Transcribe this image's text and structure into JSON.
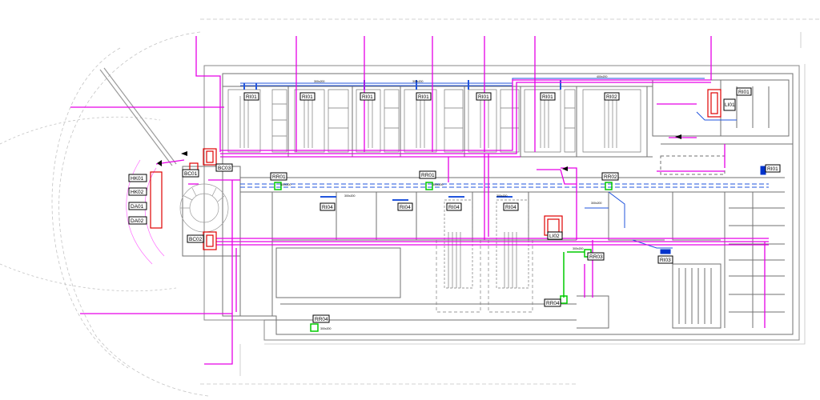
{
  "colors": {
    "supply_pipe": "#e600e6",
    "duct": "#2255dd",
    "unit_red": "#e00000",
    "unit_green": "#00cc00",
    "unit_blue": "#0033cc",
    "walls": "#6b6b6b",
    "context": "#b8b8b8"
  },
  "tags": {
    "ri01_a": "RI01",
    "ri01_b": "RI01",
    "ri01_c": "RI01",
    "ri01_d": "RI01",
    "ri01_e": "RI01",
    "ri01_f": "RI01",
    "ri02": "RI02",
    "li01": "LI01",
    "ri01_top_right": "RI01",
    "ri01_east": "RI01",
    "rr01_west": "RR01",
    "rr01_mid": "RR01",
    "rr02": "RR02",
    "ri04_a": "RI04",
    "ri04_b": "RI04",
    "ri04_c": "RI04",
    "ri04_d": "RI04",
    "li02": "LI02",
    "rr03": "RR03",
    "ri03": "RI03",
    "rr04_south": "RR04",
    "rr04_east": "RR04",
    "bc01": "BC01",
    "bc03": "BC03",
    "bc02": "BC02",
    "hk01": "HK01",
    "hk02": "HK02",
    "da01": "DA01",
    "da02": "DA02"
  },
  "duct_sizes": {
    "d1": "300x200",
    "d2": "300x200",
    "d3": "400x200",
    "d4": "300x200",
    "d5": "300x200",
    "d6": "300x200",
    "d7": "300x200",
    "d8": "300x200",
    "d9": "300x200",
    "d10": "300x200"
  }
}
